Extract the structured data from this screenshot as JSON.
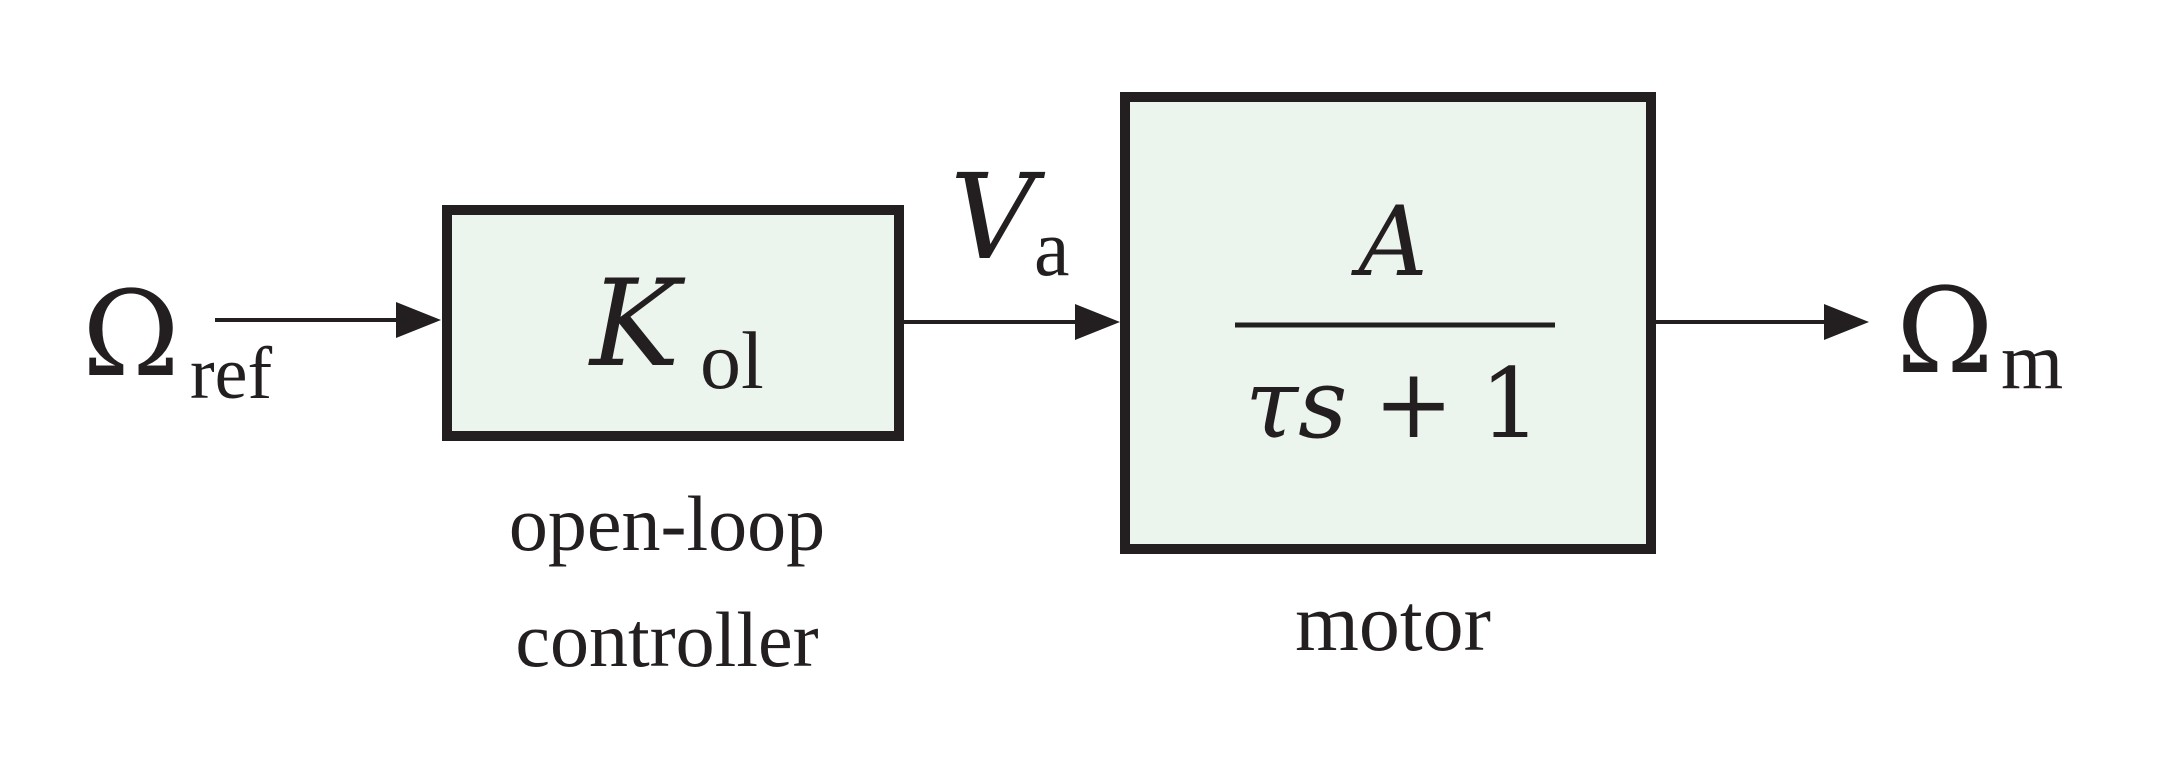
{
  "colors": {
    "ink": "#231f20",
    "block_fill": "#ebf5ee",
    "background": "#ffffff"
  },
  "signals": {
    "input": {
      "symbol": "Ω",
      "subscript": "ref"
    },
    "intermediate": {
      "symbol": "V",
      "subscript": "a"
    },
    "output": {
      "symbol": "Ω",
      "subscript": "m"
    }
  },
  "blocks": {
    "controller": {
      "gain_symbol": "K",
      "gain_subscript": "ol",
      "caption_line1": "open-loop",
      "caption_line2": "controller"
    },
    "motor": {
      "numerator": "A",
      "denominator_tau": "τ",
      "denominator_s": "s",
      "denominator_plus": "+",
      "denominator_one": "1",
      "caption": "motor"
    }
  }
}
